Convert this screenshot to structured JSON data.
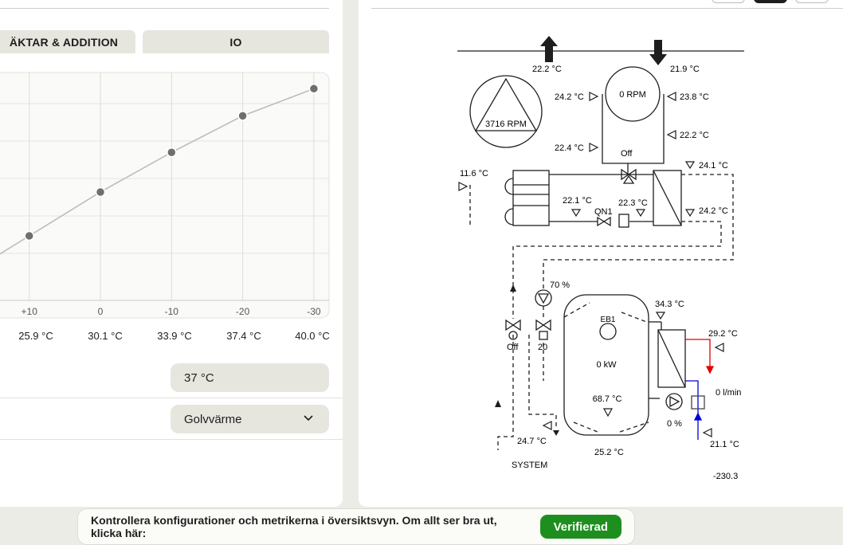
{
  "tabs": {
    "fan_addition": "ÄKTAR & ADDITION",
    "io": "IO"
  },
  "curve_chart": {
    "x_tick_labels": [
      "+10",
      "0",
      "-10",
      "-20",
      "-30"
    ],
    "temperature_labels": [
      "25.9 °C",
      "30.1 °C",
      "33.9 °C",
      "37.4 °C",
      "40.0 °C"
    ]
  },
  "chart_data": {
    "type": "line",
    "x": [
      10,
      0,
      -10,
      -20,
      -30
    ],
    "y": [
      25.9,
      30.1,
      33.9,
      37.4,
      40.0
    ],
    "x_tick_labels": [
      "+10",
      "0",
      "-10",
      "-20",
      "-30"
    ],
    "grid": true
  },
  "settings": {
    "max_temp_value": "37 °C",
    "heating_system_value": "Golvvärme"
  },
  "schematic": {
    "temp_exhaust_out": "22.2 °C",
    "temp_supply_in": "21.9 °C",
    "fan_rpm": "3716 RPM",
    "compressor_rpm": "0 RPM",
    "temp_comp_left_top": "24.2 °C",
    "temp_comp_right_top": "23.8 °C",
    "temp_comp_right_mid": "22.2 °C",
    "temp_comp_left_bottom": "22.4 °C",
    "valve_state": "Off",
    "temp_outdoor": "11.6 °C",
    "temp_hx_top": "24.1 °C",
    "temp_evap": "22.1 °C",
    "expansion_label": "QN1",
    "temp_liquid": "22.3 °C",
    "temp_hx_bottom": "24.2 °C",
    "pump_percent": "70 %",
    "tank_temp_top": "34.3 °C",
    "tank_label": "EB1",
    "heater_power": "0 kW",
    "hot_water_temp": "29.2 °C",
    "flow_rate": "0 l/min",
    "tank_temp_mid": "68.7 °C",
    "circ_pump_percent": "0 %",
    "cold_water_temp": "21.1 °C",
    "valve1_state": "Off",
    "valve2_value": "20",
    "system_return_temp": "24.7 °C",
    "tank_bottom_temp": "25.2 °C",
    "system_label": "SYSTEM",
    "counter_value": "-230.3"
  },
  "banner": {
    "message": "Kontrollera konfigurationer och metrikerna i översiktsvyn. Om allt ser bra ut, klicka här:",
    "button_label": "Verifierad"
  }
}
